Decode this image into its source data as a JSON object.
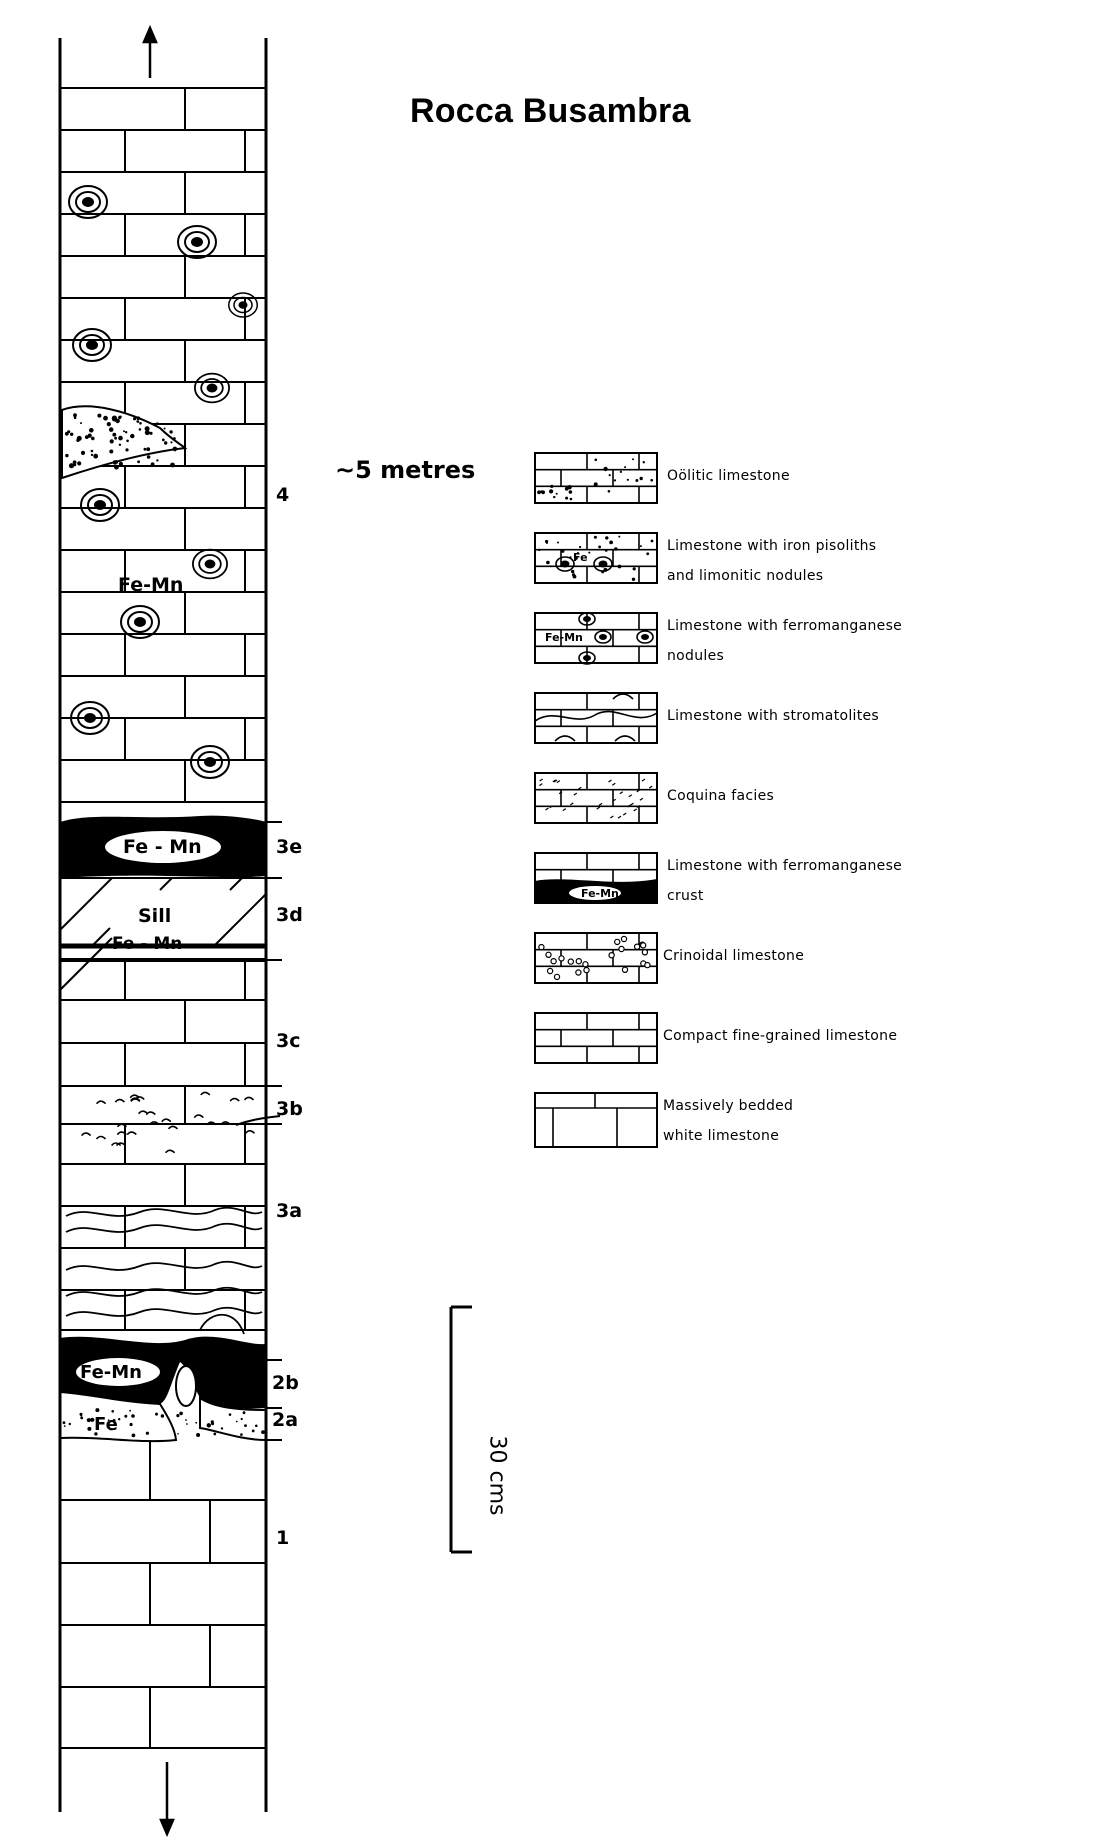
{
  "title": "Rocca Busambra",
  "thickness_note": "~5 metres",
  "scale_bar": "30 cms",
  "units": {
    "u4": "4",
    "u3e": "3e",
    "u3d": "3d",
    "u3c": "3c",
    "u3b": "3b",
    "u3a": "3a",
    "u2b": "2b",
    "u2a": "2a",
    "u1": "1"
  },
  "inline_labels": {
    "fe_mn_upper": "Fe-Mn",
    "fe_mn_3e": "Fe - Mn",
    "sill": "Sill",
    "fe_mn_3d": "Fe - Mn",
    "fe_mn_2b": "Fe-Mn",
    "fe_2a": "Fe"
  },
  "legend": [
    {
      "key": "oolitic",
      "line1": "Oölitic limestone",
      "line2": ""
    },
    {
      "key": "pisolith",
      "line1": "Limestone with iron pisoliths",
      "line2": "and limonitic nodules",
      "tag": "Fe"
    },
    {
      "key": "femn_nodules",
      "line1": "Limestone with ferromanganese",
      "line2": "nodules",
      "tag": "Fe-Mn"
    },
    {
      "key": "stromatolite",
      "line1": "Limestone with stromatolites",
      "line2": ""
    },
    {
      "key": "coquina",
      "line1": "Coquina facies",
      "line2": ""
    },
    {
      "key": "femn_crust",
      "line1": "Limestone with ferromanganese",
      "line2": "crust",
      "tag": "Fe-Mn"
    },
    {
      "key": "crinoidal",
      "line1": "Crinoidal limestone",
      "line2": ""
    },
    {
      "key": "compact",
      "line1": "Compact fine-grained limestone",
      "line2": ""
    },
    {
      "key": "massive",
      "line1": "Massively bedded",
      "line2": "white limestone"
    }
  ]
}
